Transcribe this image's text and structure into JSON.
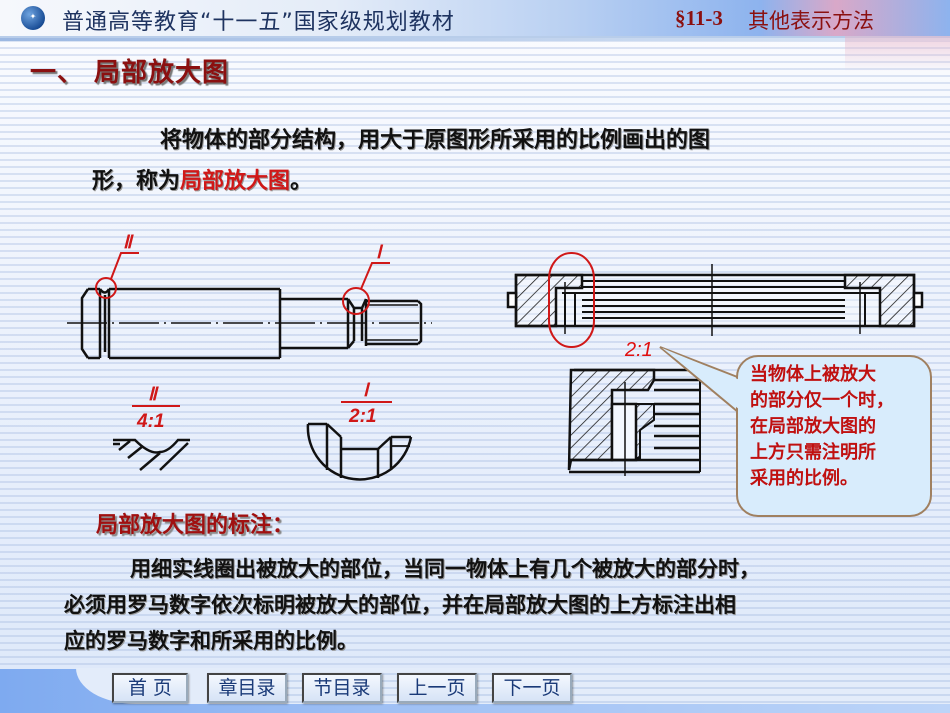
{
  "header": {
    "logo_icon": "textbook-series-logo-icon",
    "book_title": "普通高等教育“十一五”国家级规划教材",
    "section_number": "§11-3",
    "section_title": "其他表示方法"
  },
  "main": {
    "heading": "一、 局部放大图",
    "definition": {
      "line1": "将物体的部分结构，用大于原图形所采用的比例画出的图",
      "line2_prefix": "形，称为",
      "line2_term": "局部放大图",
      "line2_suffix": "。"
    },
    "figure_left": {
      "label_circle_2": "Ⅱ",
      "label_circle_1": "Ⅰ",
      "detail_2": {
        "numeral": "Ⅱ",
        "scale": "4:1"
      },
      "detail_1": {
        "numeral": "Ⅰ",
        "scale": "2:1"
      }
    },
    "figure_right": {
      "scale": "2:1",
      "callout_lines": [
        "当物体上被放大",
        "的部分仅一个时，",
        "在局部放大图的",
        "上方只需注明所",
        "采用的比例。"
      ]
    },
    "annotation_heading": "局部放大图的标注：",
    "annotation_text": {
      "line1": "用细实线圈出被放大的部位，当同一物体上有几个被放大的部分时，",
      "line2": "必须用罗马数字依次标明被放大的部位，并在局部放大图的上方标注出相",
      "line3": "应的罗马数字和所采用的比例。"
    }
  },
  "nav": {
    "buttons": [
      {
        "label": "首 页"
      },
      {
        "label": "章目录"
      },
      {
        "label": "节目录"
      },
      {
        "label": "上一页"
      },
      {
        "label": "下一页"
      }
    ]
  },
  "colors": {
    "heading_red": "#8b1010",
    "highlight_red": "#d01818",
    "annotation_red": "#e01010",
    "nav_text": "#1a3a78"
  }
}
